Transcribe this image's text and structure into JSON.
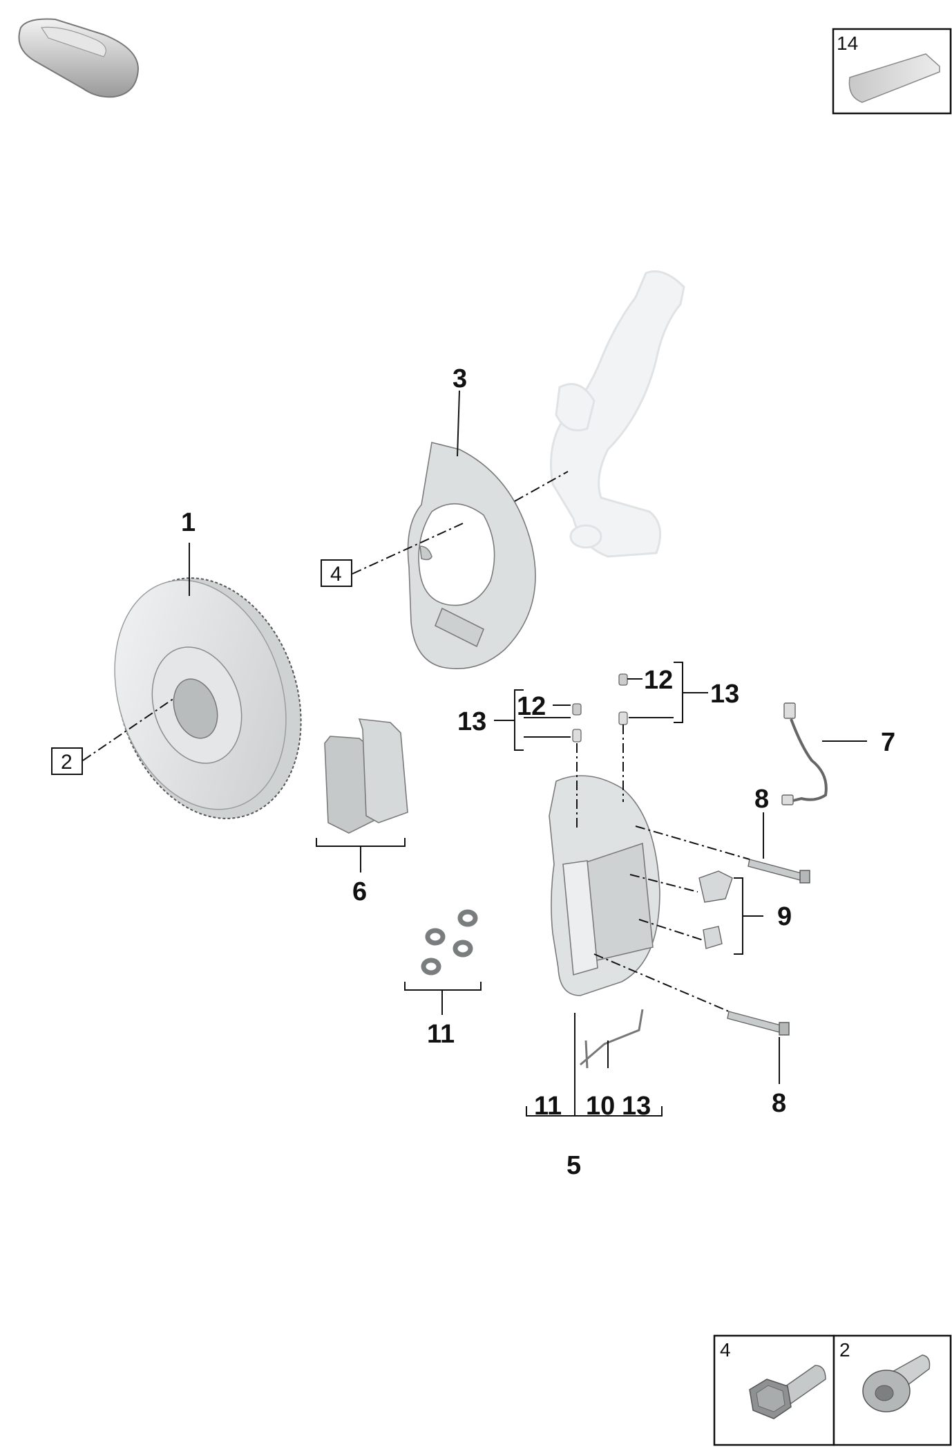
{
  "callouts": {
    "c1": "1",
    "c3": "3",
    "c5": "5",
    "c6": "6",
    "c7": "7",
    "c8a": "8",
    "c8b": "8",
    "c9": "9",
    "c10": "10",
    "c11a": "11",
    "c11b": "11",
    "c12a": "12",
    "c12b": "12",
    "c13a": "13",
    "c13b": "13",
    "c13c": "13"
  },
  "boxed_refs": {
    "ref2": "2",
    "ref4": "4"
  },
  "insets": {
    "lubricant": "14",
    "bolt_hex": "4",
    "bolt_torx": "2"
  },
  "icons": [
    "car-silhouette-icon",
    "lubricant-tube-icon",
    "hex-bolt-icon",
    "torx-bolt-icon"
  ],
  "colors": {
    "line": "#111111",
    "part_fill": "#d9dcdd",
    "part_light": "#eef0f1",
    "ghost": "#f0f2f3"
  }
}
